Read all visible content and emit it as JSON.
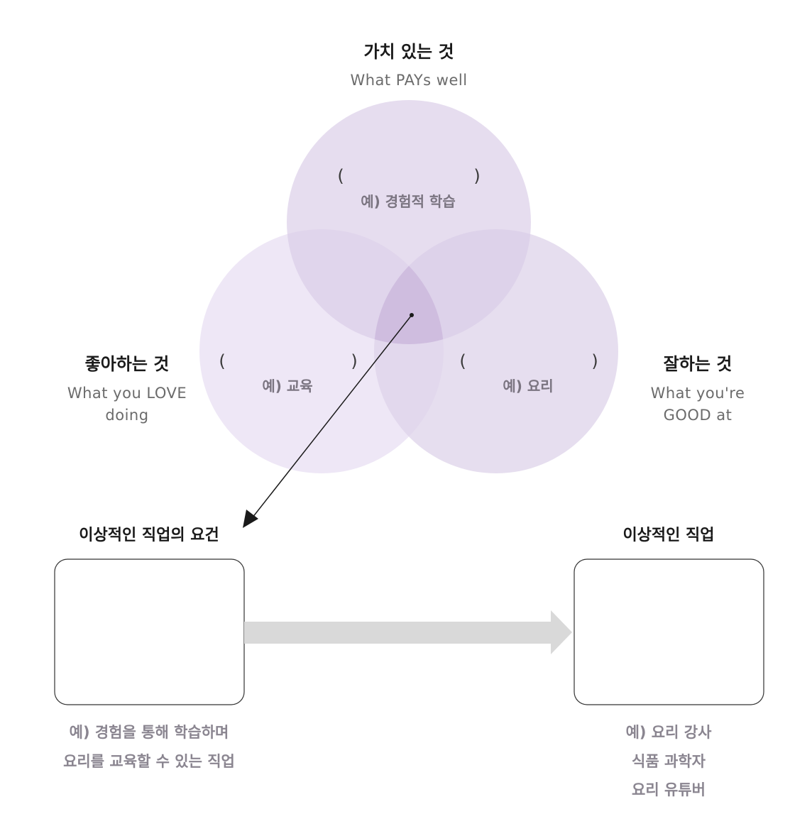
{
  "circles": {
    "top": {
      "title": "가치 있는 것",
      "subtitle": "What PAYs well",
      "paren_open": "(",
      "paren_close": ")",
      "example": "예) 경험적 학습"
    },
    "left": {
      "title": "좋아하는 것",
      "subtitle_line1": "What you LOVE",
      "subtitle_line2": "doing",
      "paren_open": "(",
      "paren_close": ")",
      "example": "예) 교육"
    },
    "right": {
      "title": "잘하는 것",
      "subtitle_line1": "What you're",
      "subtitle_line2": "GOOD at",
      "paren_open": "(",
      "paren_close": ")",
      "example": "예) 요리"
    }
  },
  "boxes": {
    "requirements": {
      "title": "이상적인 직업의 요건",
      "example_lines": [
        "예) 경험을 통해 학습하며",
        "요리를 교육할 수 있는 직업"
      ]
    },
    "ideal_job": {
      "title": "이상적인 직업",
      "example_lines": [
        "예) 요리 강사",
        "식품 과학자",
        "요리 유튜버"
      ]
    }
  },
  "colors": {
    "circle_top": "#dccfe8",
    "circle_left": "#e9e0f2",
    "circle_right": "#ddd3e9",
    "center_overlap": "#c9b3da",
    "arrow_gray": "#d9d9d9",
    "box_border": "#333333"
  }
}
